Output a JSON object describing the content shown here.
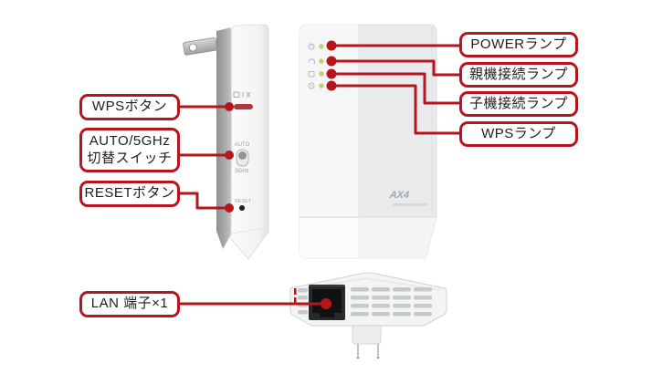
{
  "colors": {
    "accent": "#b5161d",
    "led": "#c9ce79"
  },
  "left_callouts": {
    "wps_button": "WPSボタン",
    "auto_switch_line1": "AUTO/5GHz",
    "auto_switch_line2": "切替スイッチ",
    "reset_button": "RESETボタン",
    "lan_port": "LAN 端子×1"
  },
  "right_callouts": {
    "power_lamp": "POWERランプ",
    "parent_lamp": "親機接続ランプ",
    "child_lamp": "子機接続ランプ",
    "wps_lamp": "WPSランプ"
  },
  "device": {
    "logo": "AX4",
    "auto_label": "AUTO",
    "ghz_label": "5GHz",
    "reset_label": "RESET"
  }
}
